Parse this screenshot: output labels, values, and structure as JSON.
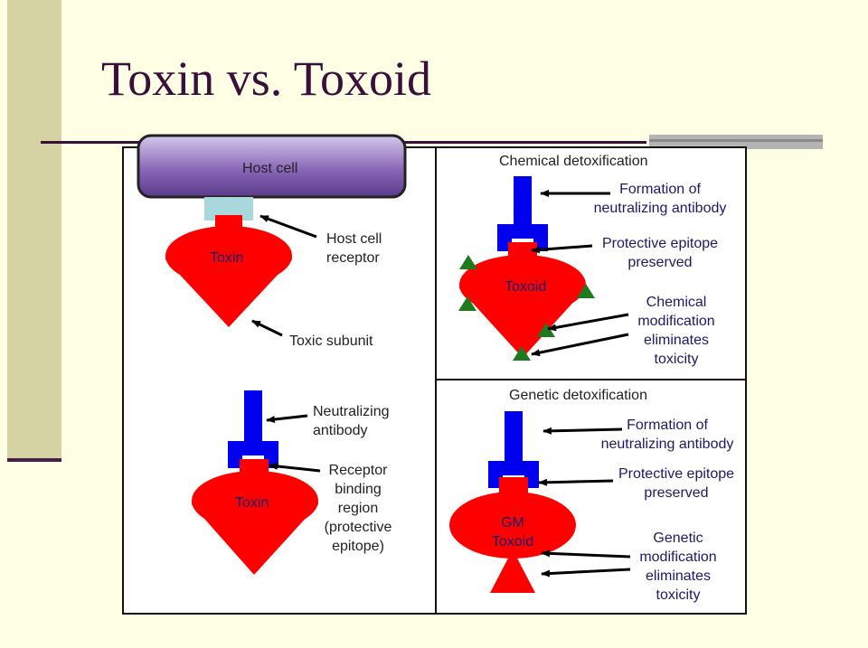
{
  "title": "Toxin vs. Toxoid",
  "labels": {
    "host_cell": "Host cell",
    "toxin_top": "Toxin",
    "host_cell_receptor_1": "Host cell",
    "host_cell_receptor_2": "receptor",
    "toxic_subunit": "Toxic subunit",
    "neutralizing_1": "Neutralizing",
    "neutralizing_2": "antibody",
    "toxin_bottom": "Toxin",
    "receptor_binding_1": "Receptor",
    "receptor_binding_2": "binding",
    "receptor_binding_3": "region",
    "receptor_binding_4": "(protective",
    "receptor_binding_5": "epitope)",
    "chemical_detox": "Chemical detoxification",
    "formation_1a": "Formation of",
    "formation_1b": "neutralizing antibody",
    "toxoid": "Toxoid",
    "protective_1a": "Protective epitope",
    "protective_1b": "preserved",
    "chem_mod_1": "Chemical",
    "chem_mod_2": "modification",
    "chem_mod_3": "eliminates",
    "chem_mod_4": "toxicity",
    "genetic_detox": "Genetic detoxification",
    "formation_2a": "Formation of",
    "formation_2b": "neutralizing antibody",
    "gm_toxoid_1": "GM",
    "gm_toxoid_2": "Toxoid",
    "protective_2a": "Protective epitope",
    "protective_2b": "preserved",
    "gen_mod_1": "Genetic",
    "gen_mod_2": "modification",
    "gen_mod_3": "eliminates",
    "gen_mod_4": "toxicity"
  },
  "colors": {
    "toxin_red": "#ff0000",
    "antibody_blue": "#0000ee",
    "host_cell_purple": "#7b5aa8",
    "receptor_teal": "#a8d8dc",
    "modification_green": "#1e7a1e",
    "title_color": "#3a0f3a"
  }
}
